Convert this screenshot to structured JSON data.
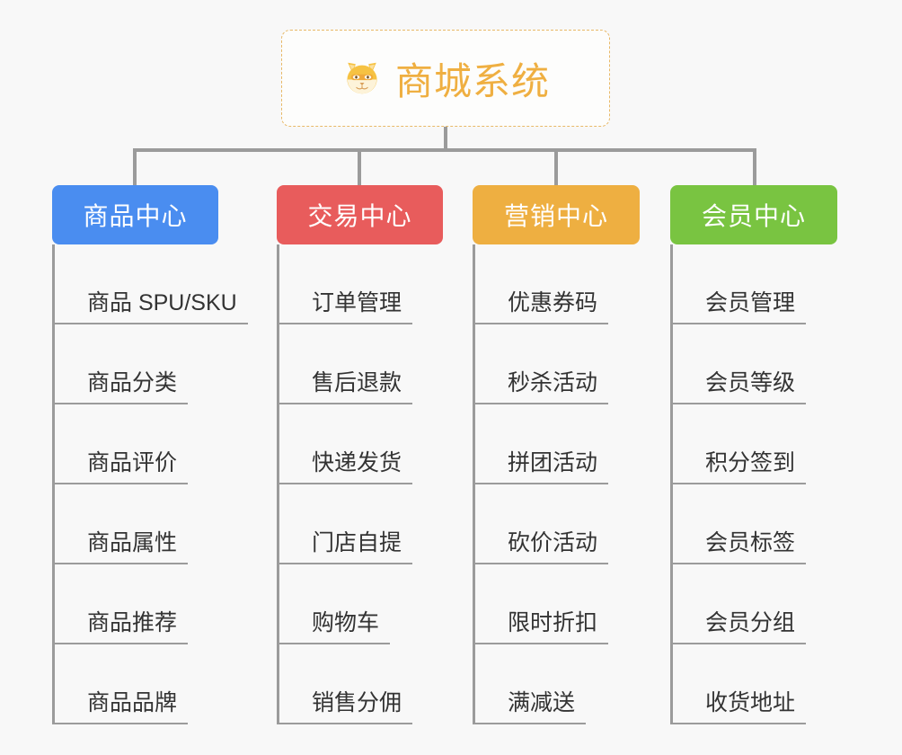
{
  "page": {
    "background_color": "#f8f8f8",
    "type": "mindmap"
  },
  "root": {
    "title": "商城系统",
    "icon": "dog-face-emoji",
    "text_color": "#efaf41",
    "border_color": "#e8b968"
  },
  "categories": [
    {
      "label": "商品中心",
      "color": "#4a8df0",
      "items": [
        "商品 SPU/SKU",
        "商品分类",
        "商品评价",
        "商品属性",
        "商品推荐",
        "商品品牌"
      ]
    },
    {
      "label": "交易中心",
      "color": "#e85c5c",
      "items": [
        "订单管理",
        "售后退款",
        "快递发货",
        "门店自提",
        "购物车",
        "销售分佣"
      ]
    },
    {
      "label": "营销中心",
      "color": "#eeaf41",
      "items": [
        "优惠券码",
        "秒杀活动",
        "拼团活动",
        "砍价活动",
        "限时折扣",
        "满减送"
      ]
    },
    {
      "label": "会员中心",
      "color": "#79c441",
      "items": [
        "会员管理",
        "会员等级",
        "积分签到",
        "会员标签",
        "会员分组",
        "收货地址"
      ]
    }
  ],
  "connector": {
    "color": "#9b9b9b"
  }
}
